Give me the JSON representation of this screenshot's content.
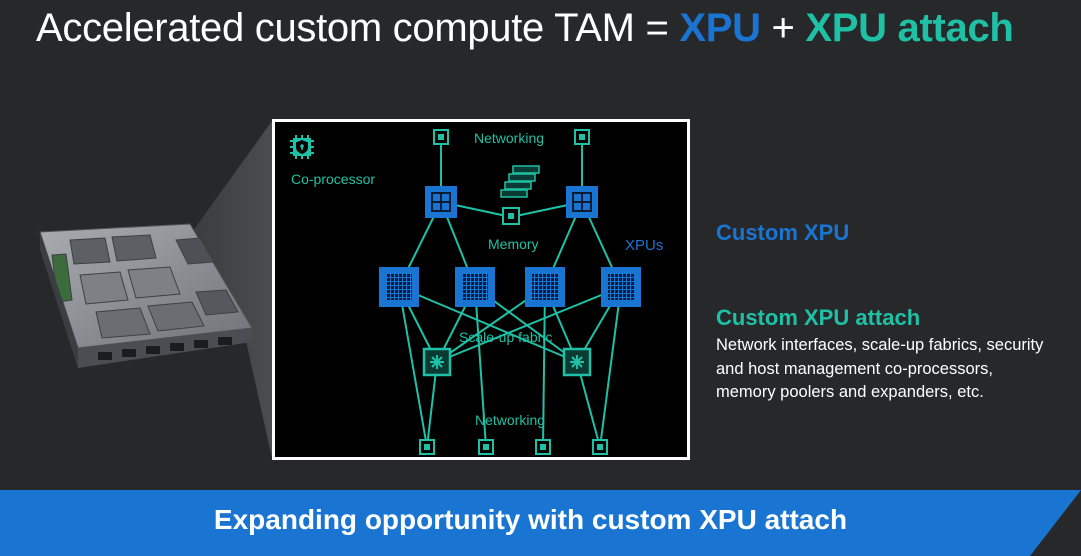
{
  "title": {
    "prefix": "Accelerated custom compute TAM = ",
    "xpu": "XPU",
    "plus": " + ",
    "xpu_attach": "XPU attach"
  },
  "diagram": {
    "coprocessor": "Co-processor",
    "networking_top": "Networking",
    "memory": "Memory",
    "xpus": "XPUs",
    "scaleup": "Scale-up fabric",
    "networking_bottom": "Networking"
  },
  "right": {
    "custom_xpu": "Custom XPU",
    "custom_xpu_attach": "Custom XPU attach",
    "description": "Network interfaces, scale-up fabrics, security and host management co-processors, memory poolers and expanders, etc."
  },
  "banner": {
    "text": "Expanding opportunity with custom XPU attach"
  },
  "colors": {
    "blue": "#1a75d2",
    "teal": "#1fc1a6",
    "background": "#262829"
  }
}
